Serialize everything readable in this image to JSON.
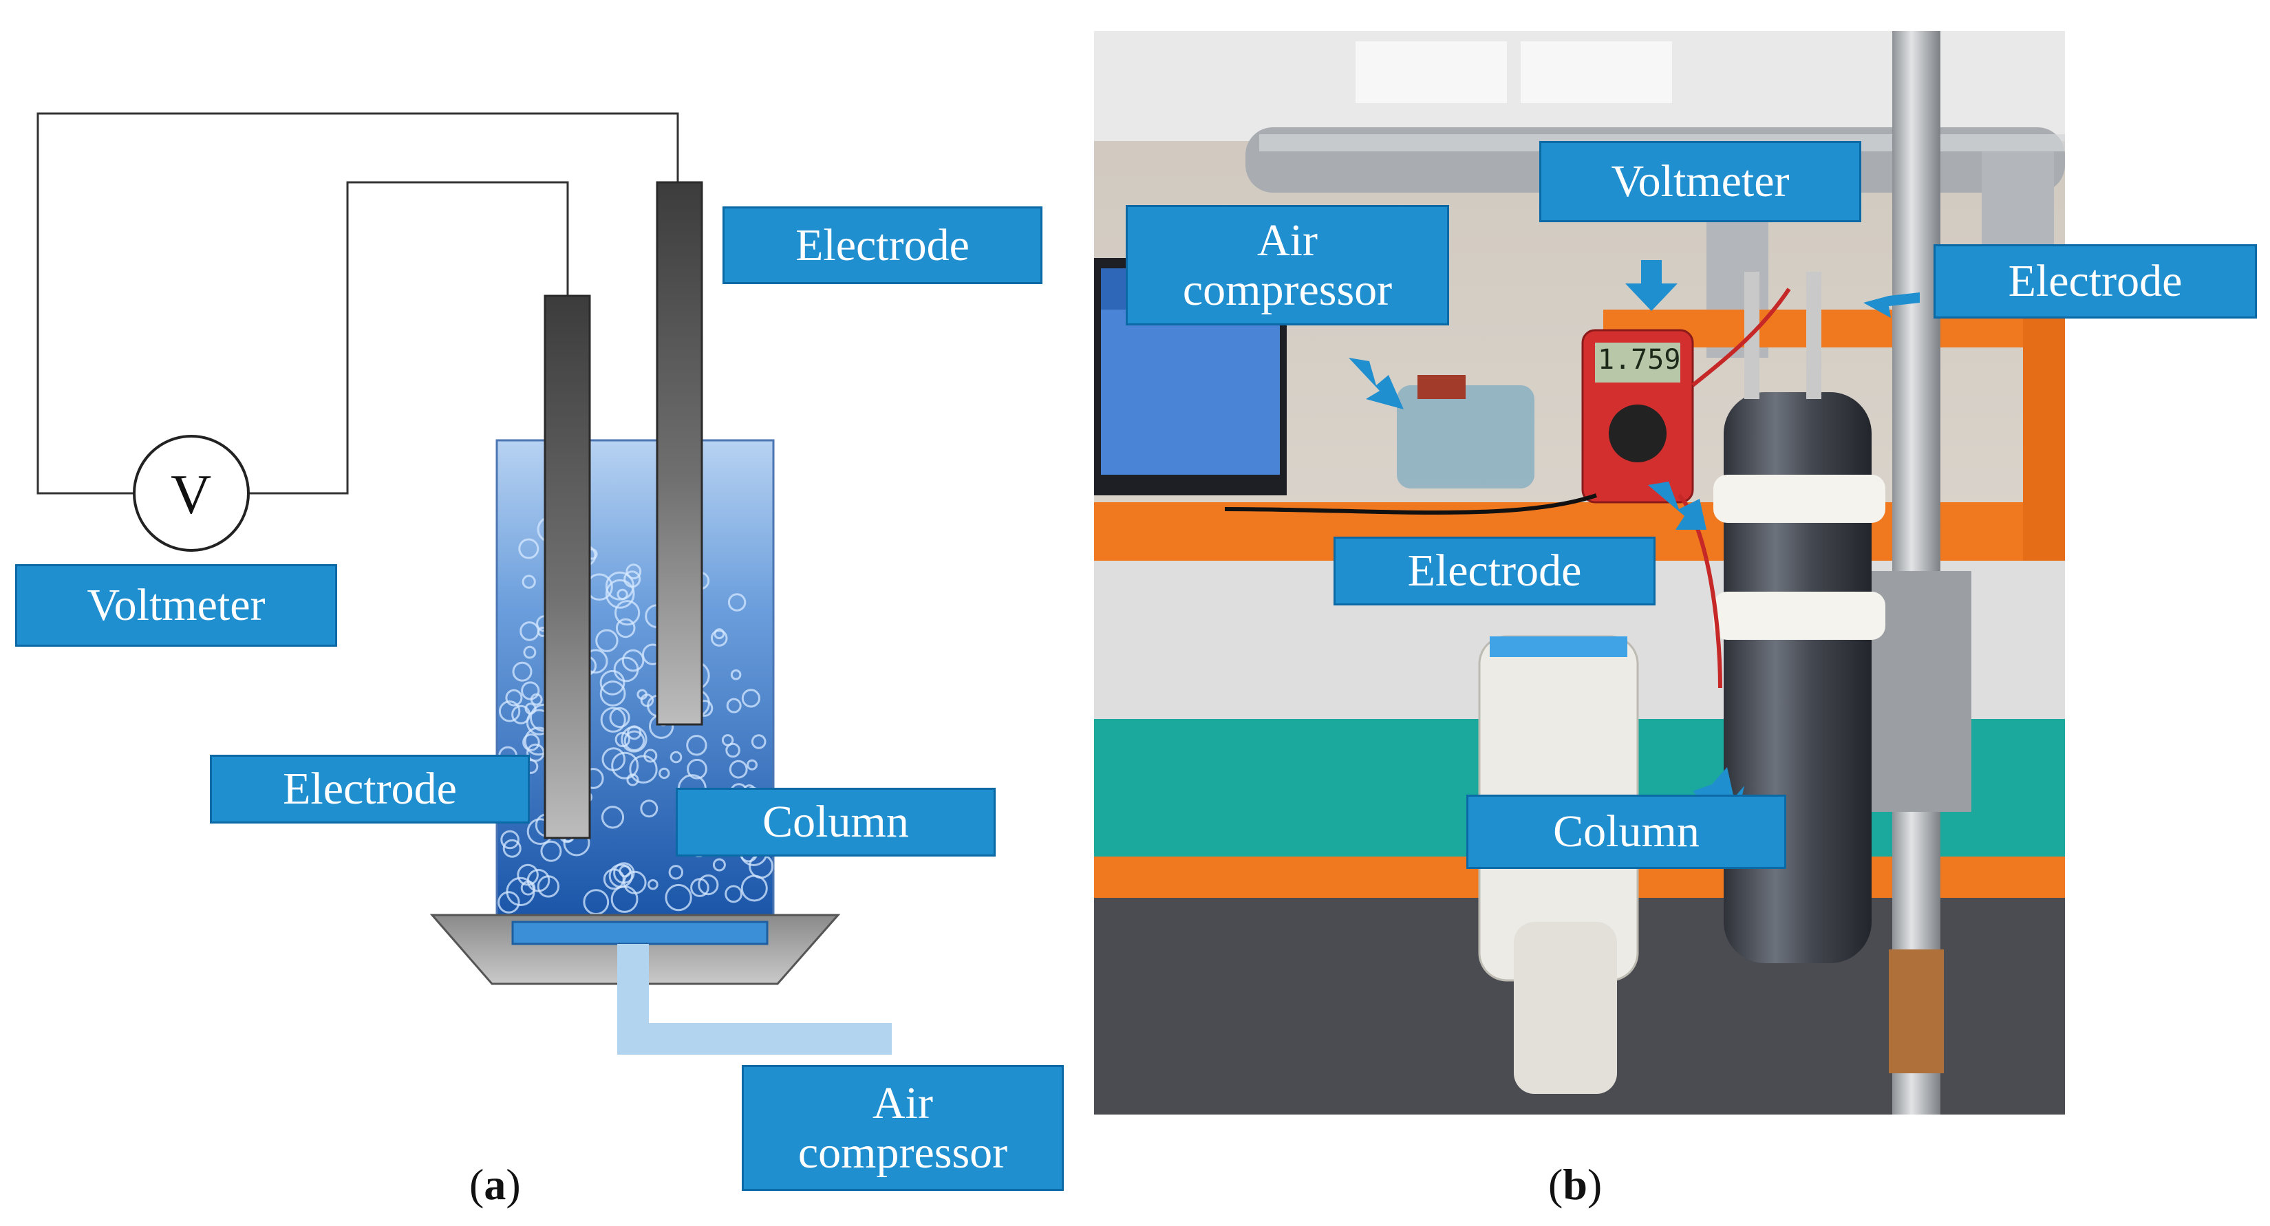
{
  "panel_a": {
    "voltmeter_symbol": "V",
    "labels": {
      "electrode_top": "Electrode",
      "voltmeter": "Voltmeter",
      "electrode_left": "Electrode",
      "column": "Column",
      "air_compressor": "Air\ncompressor"
    },
    "caption_letter": "a",
    "colors": {
      "water_top": "#a9c8ee",
      "water_bottom": "#1c5cb0",
      "electrode": "#555555",
      "label_fill": "#1f8fcf",
      "air_line": "#b3d4ee"
    }
  },
  "panel_b": {
    "labels": {
      "voltmeter": "Voltmeter",
      "air_compressor": "Air\ncompressor",
      "electrode_right": "Electrode",
      "electrode_mid": "Electrode",
      "column": "Column"
    },
    "meter_reading": "1.759",
    "caption_letter": "b"
  }
}
